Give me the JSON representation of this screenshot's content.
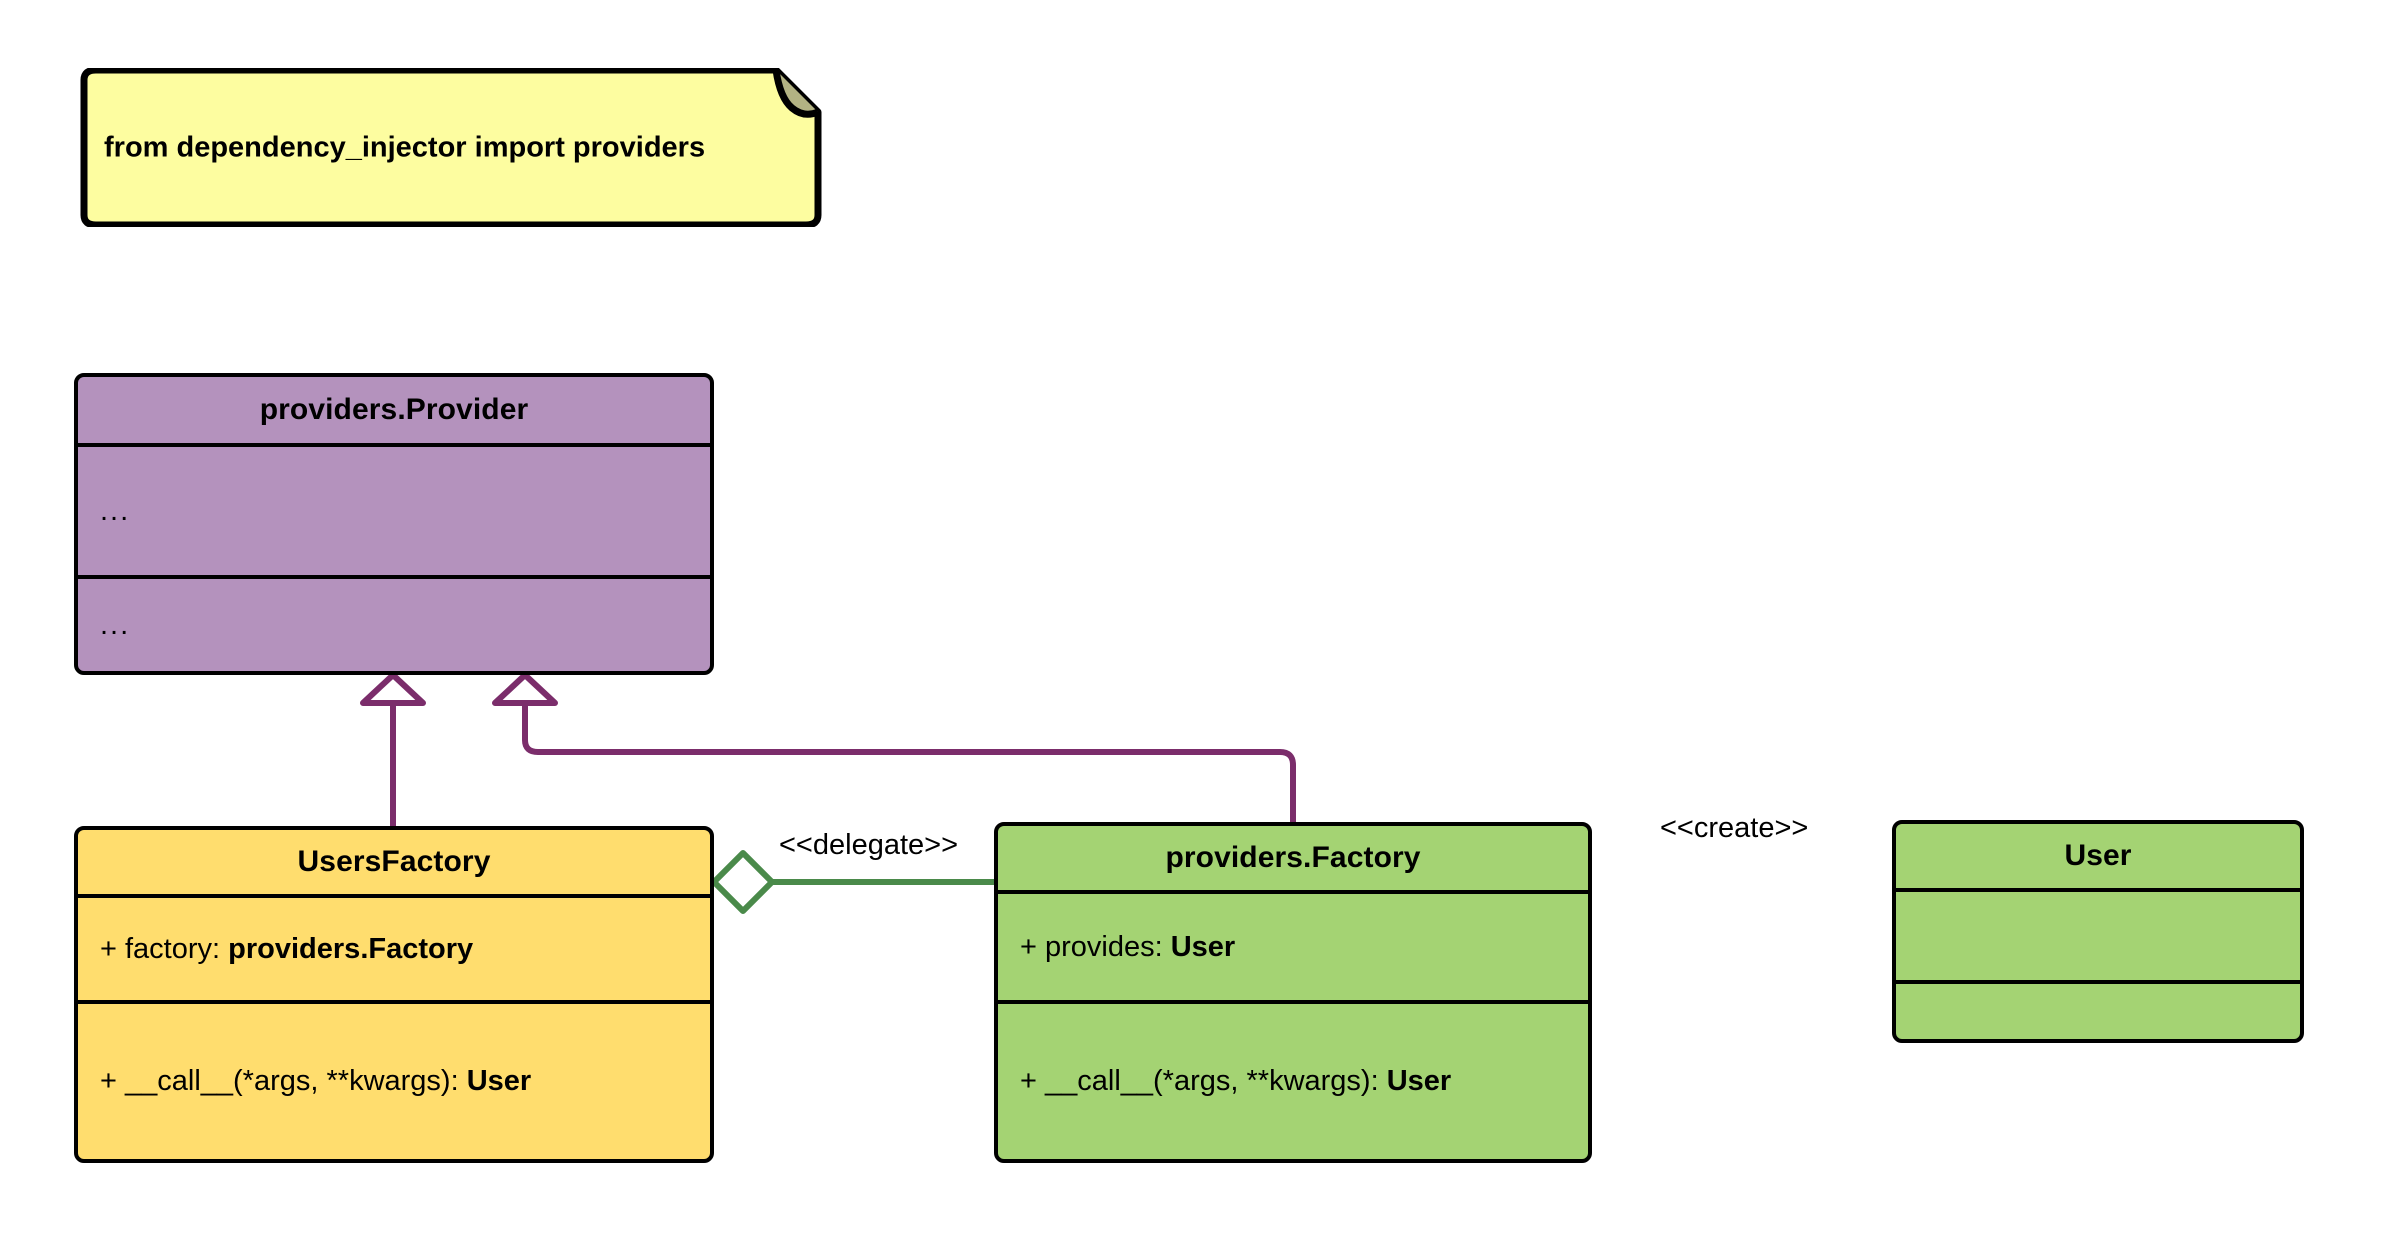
{
  "diagram": {
    "type": "uml-class-diagram",
    "background": "#ffffff",
    "colors": {
      "note_fill": "#fdfda0",
      "note_fold": "#b3b383",
      "provider_fill": "#b492bd",
      "factory_yellow_fill": "#ffdd6e",
      "factory_green_fill": "#a4d373",
      "border": "#000000",
      "generalization_line": "#7b2d6b",
      "association_line": "#4a8a4a"
    }
  },
  "note": {
    "text": "from dependency_injector import providers"
  },
  "classes": {
    "provider": {
      "title": "providers.Provider",
      "attributes": "...",
      "methods": "..."
    },
    "users_factory": {
      "title": "UsersFactory",
      "attribute_visibility": "+",
      "attribute_name": "factory:",
      "attribute_type": "providers.Factory",
      "method_visibility": "+",
      "method_signature": "__call__(*args, **kwargs):",
      "method_return": "User"
    },
    "providers_factory": {
      "title": "providers.Factory",
      "attribute_visibility": "+",
      "attribute_name": "provides:",
      "attribute_type": "User",
      "method_visibility": "+",
      "method_signature": "__call__(*args, **kwargs):",
      "method_return": "User"
    },
    "user": {
      "title": "User",
      "attributes": "",
      "methods": ""
    }
  },
  "relationships": {
    "delegate": {
      "label": "<<delegate>>",
      "kind": "aggregation",
      "from": "UsersFactory",
      "to": "providers.Factory"
    },
    "create": {
      "label": "<<create>>",
      "kind": "dependency",
      "from": "providers.Factory",
      "to": "User"
    },
    "generalization_users_factory": {
      "label": "",
      "kind": "generalization",
      "from": "UsersFactory",
      "to": "providers.Provider"
    },
    "generalization_providers_factory": {
      "label": "",
      "kind": "generalization",
      "from": "providers.Factory",
      "to": "providers.Provider"
    }
  }
}
